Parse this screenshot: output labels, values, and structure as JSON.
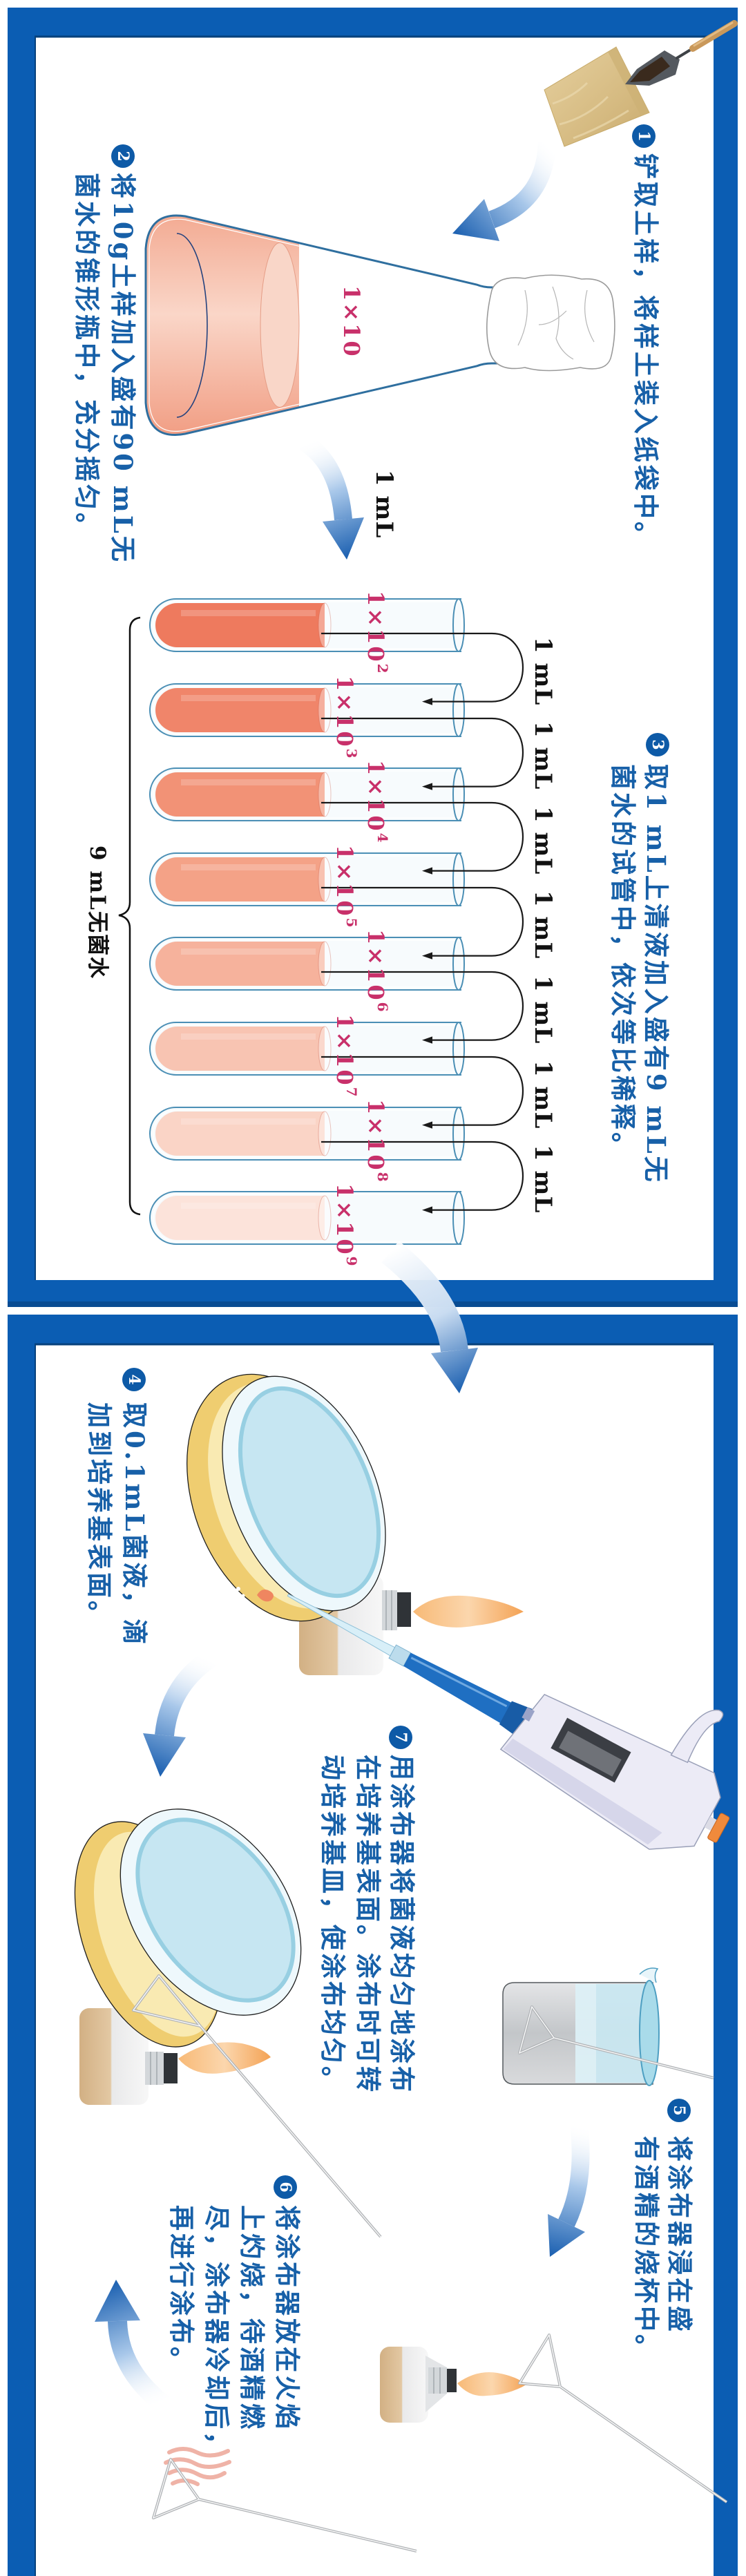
{
  "colors": {
    "border_blue": "#0b5db3",
    "step_text": "#1760a8",
    "step_badge": "#0d5aa7",
    "dilution_label": "#c8306a"
  },
  "steps": [
    {
      "number": "1",
      "lines": [
        "铲取土样，将样土装入纸袋中。"
      ]
    },
    {
      "number": "2",
      "lines": [
        "将10g土样加入盛有90 mL无",
        "菌水的锥形瓶中，充分摇匀。"
      ]
    },
    {
      "number": "3",
      "lines": [
        "取1 mL上清液加入盛有9 mL无",
        "菌水的试管中，依次等比稀释。"
      ]
    },
    {
      "number": "4",
      "lines": [
        "取0.1mL菌液，滴",
        "加到培养基表面。"
      ]
    },
    {
      "number": "5",
      "lines": [
        "将涂布器浸在盛",
        "有酒精的烧杯中。"
      ]
    },
    {
      "number": "6",
      "lines": [
        "将涂布器放在火焰",
        "上灼烧，待酒精燃",
        "尽，涂布器冷却后，",
        "再进行涂布。"
      ]
    },
    {
      "number": "7",
      "lines": [
        "用涂布器将菌液均匀地涂布",
        "在培养基表面。涂布时可转",
        "动培养基皿，使涂布均匀。"
      ]
    }
  ],
  "flask": {
    "dilution_label": "1×10",
    "transfer_label": "1 mL"
  },
  "tubes": [
    {
      "label_base": "1×10",
      "label_exponent": "2",
      "liquid_color": "#ee7a5e"
    },
    {
      "label_base": "1×10",
      "label_exponent": "3",
      "liquid_color": "#f0856a"
    },
    {
      "label_base": "1×10",
      "label_exponent": "4",
      "liquid_color": "#f29276"
    },
    {
      "label_base": "1×10",
      "label_exponent": "5",
      "liquid_color": "#f4a287"
    },
    {
      "label_base": "1×10",
      "label_exponent": "6",
      "liquid_color": "#f6b29c"
    },
    {
      "label_base": "1×10",
      "label_exponent": "7",
      "liquid_color": "#f8c4b2"
    },
    {
      "label_base": "1×10",
      "label_exponent": "8",
      "liquid_color": "#fad4c6"
    },
    {
      "label_base": "1×10",
      "label_exponent": "9",
      "liquid_color": "#fce3da"
    }
  ],
  "transfers": [
    "1 mL",
    "1 mL",
    "1 mL",
    "1 mL",
    "1 mL",
    "1 mL",
    "1 mL"
  ],
  "sterile_water_label": "9 mL无菌水"
}
